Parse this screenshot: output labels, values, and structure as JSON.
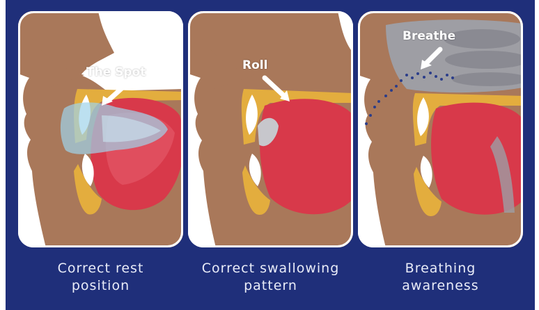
{
  "colors": {
    "background": "#1f2f7a",
    "skin": "#a9785a",
    "tongue": "#d8394a",
    "bone": "#e3ad3e",
    "teeth": "#ffffff",
    "nasal_gray": "#9e9ea4",
    "retainer": "#9fd3ea"
  },
  "panels": [
    {
      "callout": "The Spot",
      "caption_lines": [
        "Correct rest",
        "position"
      ]
    },
    {
      "callout": "Roll",
      "caption_lines": [
        "Correct swallowing",
        "pattern"
      ]
    },
    {
      "callout": "Breathe",
      "caption_lines": [
        "Breathing",
        "awareness"
      ]
    }
  ]
}
